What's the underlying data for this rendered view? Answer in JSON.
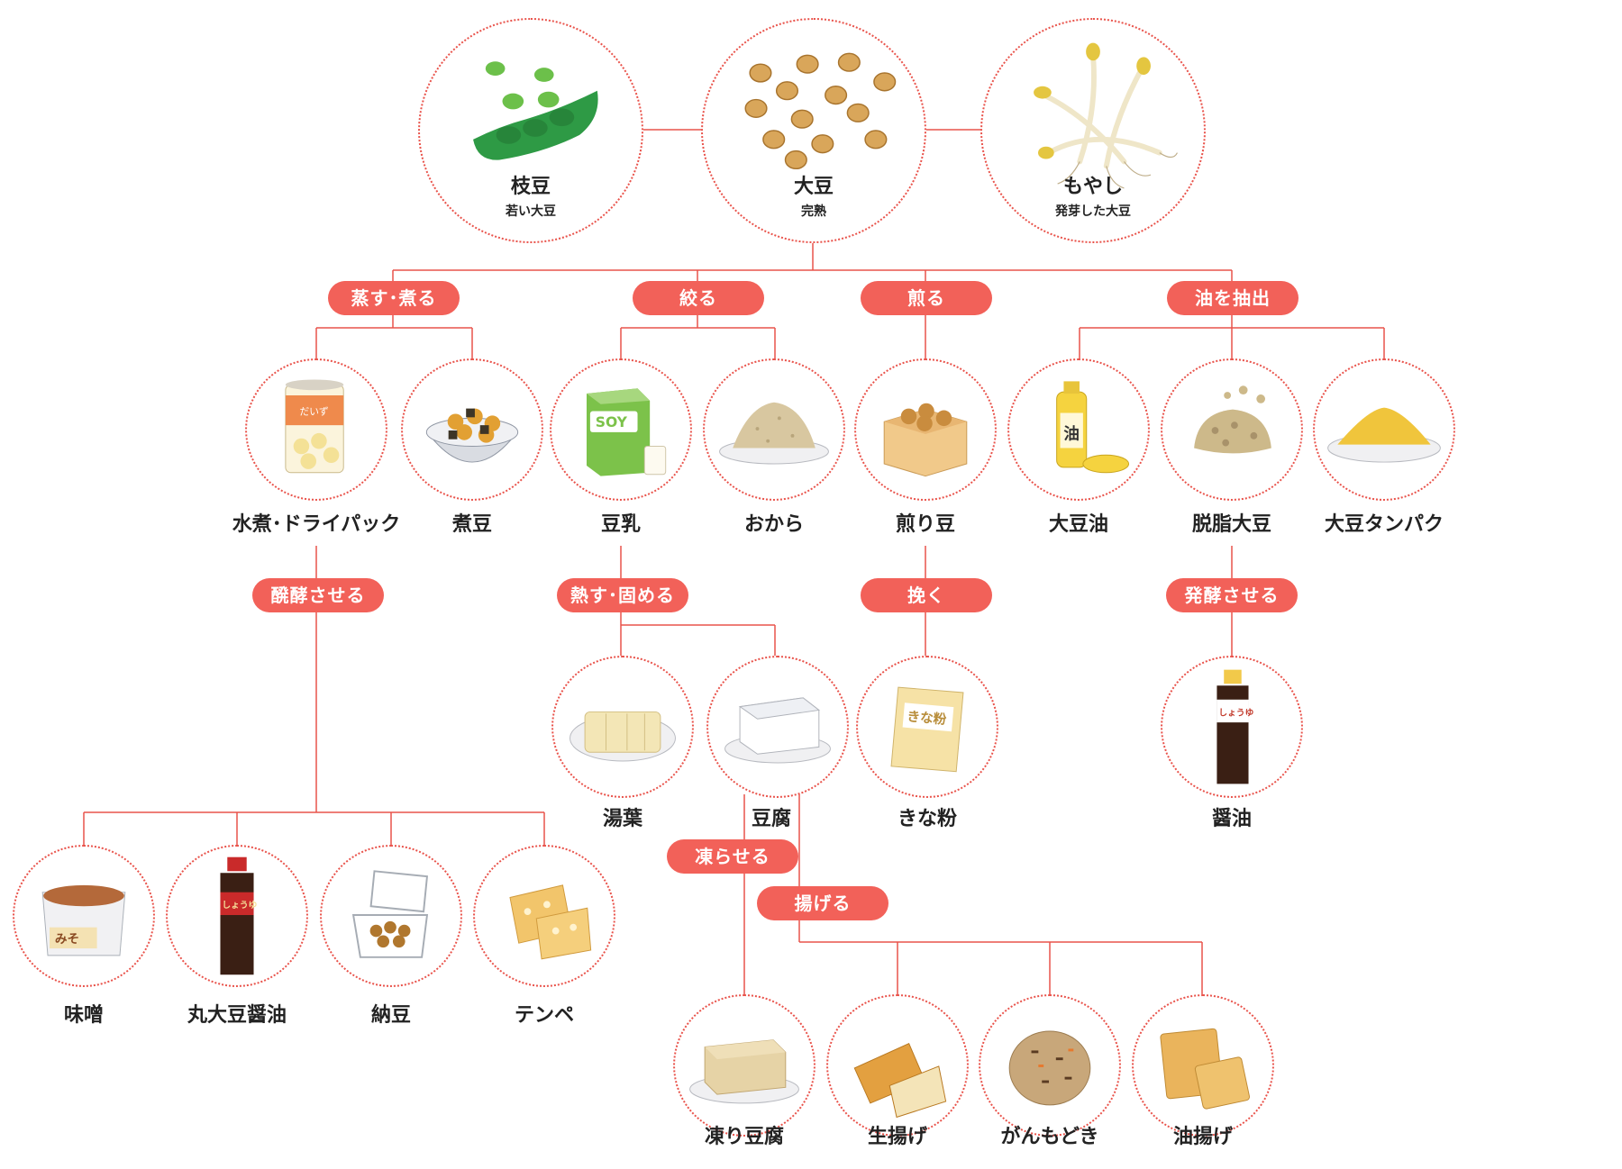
{
  "colors": {
    "line": "#e9534b",
    "pill": "#f26159",
    "text": "#222222"
  },
  "top": {
    "edamame": {
      "title": "枝豆",
      "sub": "若い大豆"
    },
    "daizu": {
      "title": "大豆",
      "sub": "完熟"
    },
    "moyashi": {
      "title": "もやし",
      "sub": "発芽した大豆"
    }
  },
  "processes": {
    "steam_boil": "蒸す･煮る",
    "squeeze": "絞る",
    "roast": "煎る",
    "extract_oil": "油を抽出",
    "ferment_left": "醗酵させる",
    "heat_set": "熱す･固める",
    "grind": "挽く",
    "ferment_right": "発酵させる",
    "freeze": "凍らせる",
    "fry": "揚げる"
  },
  "items": {
    "can": {
      "label": "水煮･ドライパック",
      "icon": "canned-soybeans-icon",
      "can_label": "だいず"
    },
    "nimame": {
      "label": "煮豆",
      "icon": "simmered-beans-icon"
    },
    "tonyu": {
      "label": "豆乳",
      "icon": "soy-milk-icon",
      "pack_text": "SOY"
    },
    "okara": {
      "label": "おから",
      "icon": "okara-icon"
    },
    "irimame": {
      "label": "煎り豆",
      "icon": "roasted-beans-icon"
    },
    "oil": {
      "label": "大豆油",
      "icon": "soybean-oil-icon",
      "bottle_text": "油"
    },
    "defat": {
      "label": "脱脂大豆",
      "icon": "defatted-soy-icon"
    },
    "protein": {
      "label": "大豆タンパク",
      "icon": "soy-protein-icon"
    },
    "yuba": {
      "label": "湯葉",
      "icon": "yuba-icon"
    },
    "tofu": {
      "label": "豆腐",
      "icon": "tofu-icon"
    },
    "kinako": {
      "label": "きな粉",
      "icon": "kinako-icon",
      "bag_text": "きな粉"
    },
    "shoyu": {
      "label": "醤油",
      "icon": "soy-sauce-icon",
      "bottle_text": "しょうゆ"
    },
    "miso": {
      "label": "味噌",
      "icon": "miso-icon",
      "tub_text": "みそ"
    },
    "marushoyu": {
      "label": "丸大豆醤油",
      "icon": "whole-soy-sauce-icon",
      "bottle_text": "しょうゆ"
    },
    "natto": {
      "label": "納豆",
      "icon": "natto-icon"
    },
    "tempeh": {
      "label": "テンペ",
      "icon": "tempeh-icon"
    },
    "koori": {
      "label": "凍り豆腐",
      "icon": "frozen-tofu-icon"
    },
    "namaage": {
      "label": "生揚げ",
      "icon": "namaage-icon"
    },
    "ganmo": {
      "label": "がんもどき",
      "icon": "ganmodoki-icon"
    },
    "aburaage": {
      "label": "油揚げ",
      "icon": "aburaage-icon"
    }
  }
}
